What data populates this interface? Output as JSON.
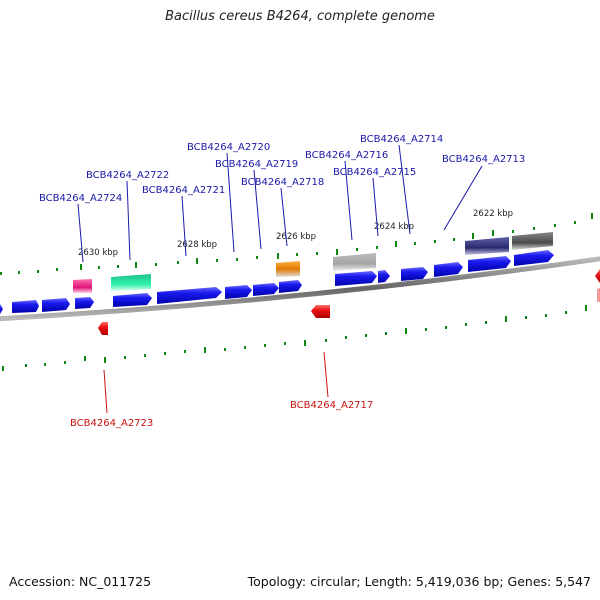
{
  "title": "Bacillus cereus B4264, complete genome",
  "footer": {
    "accession": "Accession: NC_011725",
    "summary": "Topology: circular; Length: 5,419,036 bp; Genes: 5,547"
  },
  "colors": {
    "forward_gene": "#1111dd",
    "reverse_gene": "#ee1111",
    "forward_label": "#1a1aaa",
    "reverse_label": "#cc1111",
    "backbone": "#888888",
    "tick": "#118811"
  },
  "scale_labels": [
    "2630 kbp",
    "2628 kbp",
    "2626 kbp",
    "2624 kbp",
    "2622 kbp"
  ],
  "forward_labels": [
    "BCB4264_A2724",
    "BCB4264_A2722",
    "BCB4264_A2721",
    "BCB4264_A2720",
    "BCB4264_A2719",
    "BCB4264_A2718",
    "BCB4264_A2716",
    "BCB4264_A2715",
    "BCB4264_A2714",
    "BCB4264_A2713"
  ],
  "reverse_labels": [
    "BCB4264_A2723",
    "BCB4264_A2717"
  ]
}
